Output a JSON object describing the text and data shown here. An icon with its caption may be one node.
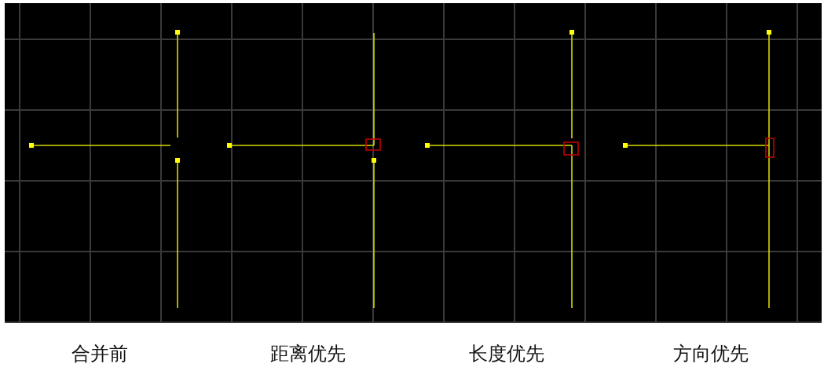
{
  "diagram": {
    "labels": [
      "合并前",
      "距离优先",
      "长度优先",
      "方向优先"
    ]
  }
}
